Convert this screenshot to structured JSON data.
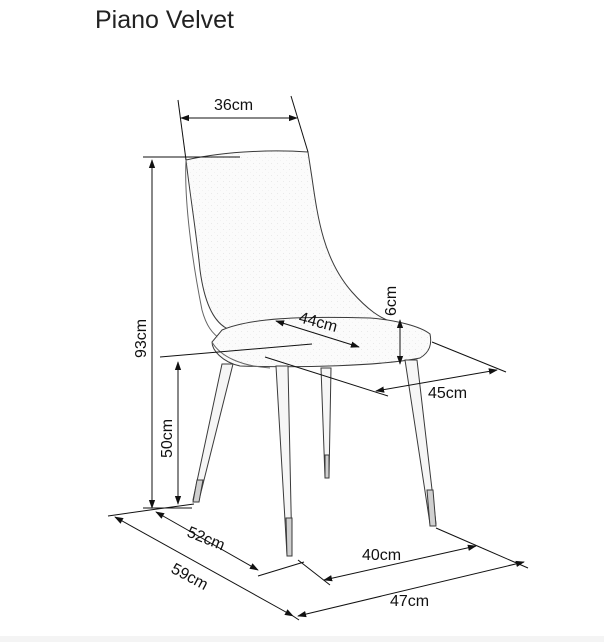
{
  "product": {
    "title": "Piano Velvet"
  },
  "dimensions": {
    "seat_back_width": "36cm",
    "total_height": "93cm",
    "seat_height": "50cm",
    "seat_depth": "44cm",
    "seat_thickness": "6cm",
    "seat_width": "45cm",
    "base_depth": "52cm",
    "total_depth": "59cm",
    "base_width": "40cm",
    "total_width": "47cm"
  }
}
